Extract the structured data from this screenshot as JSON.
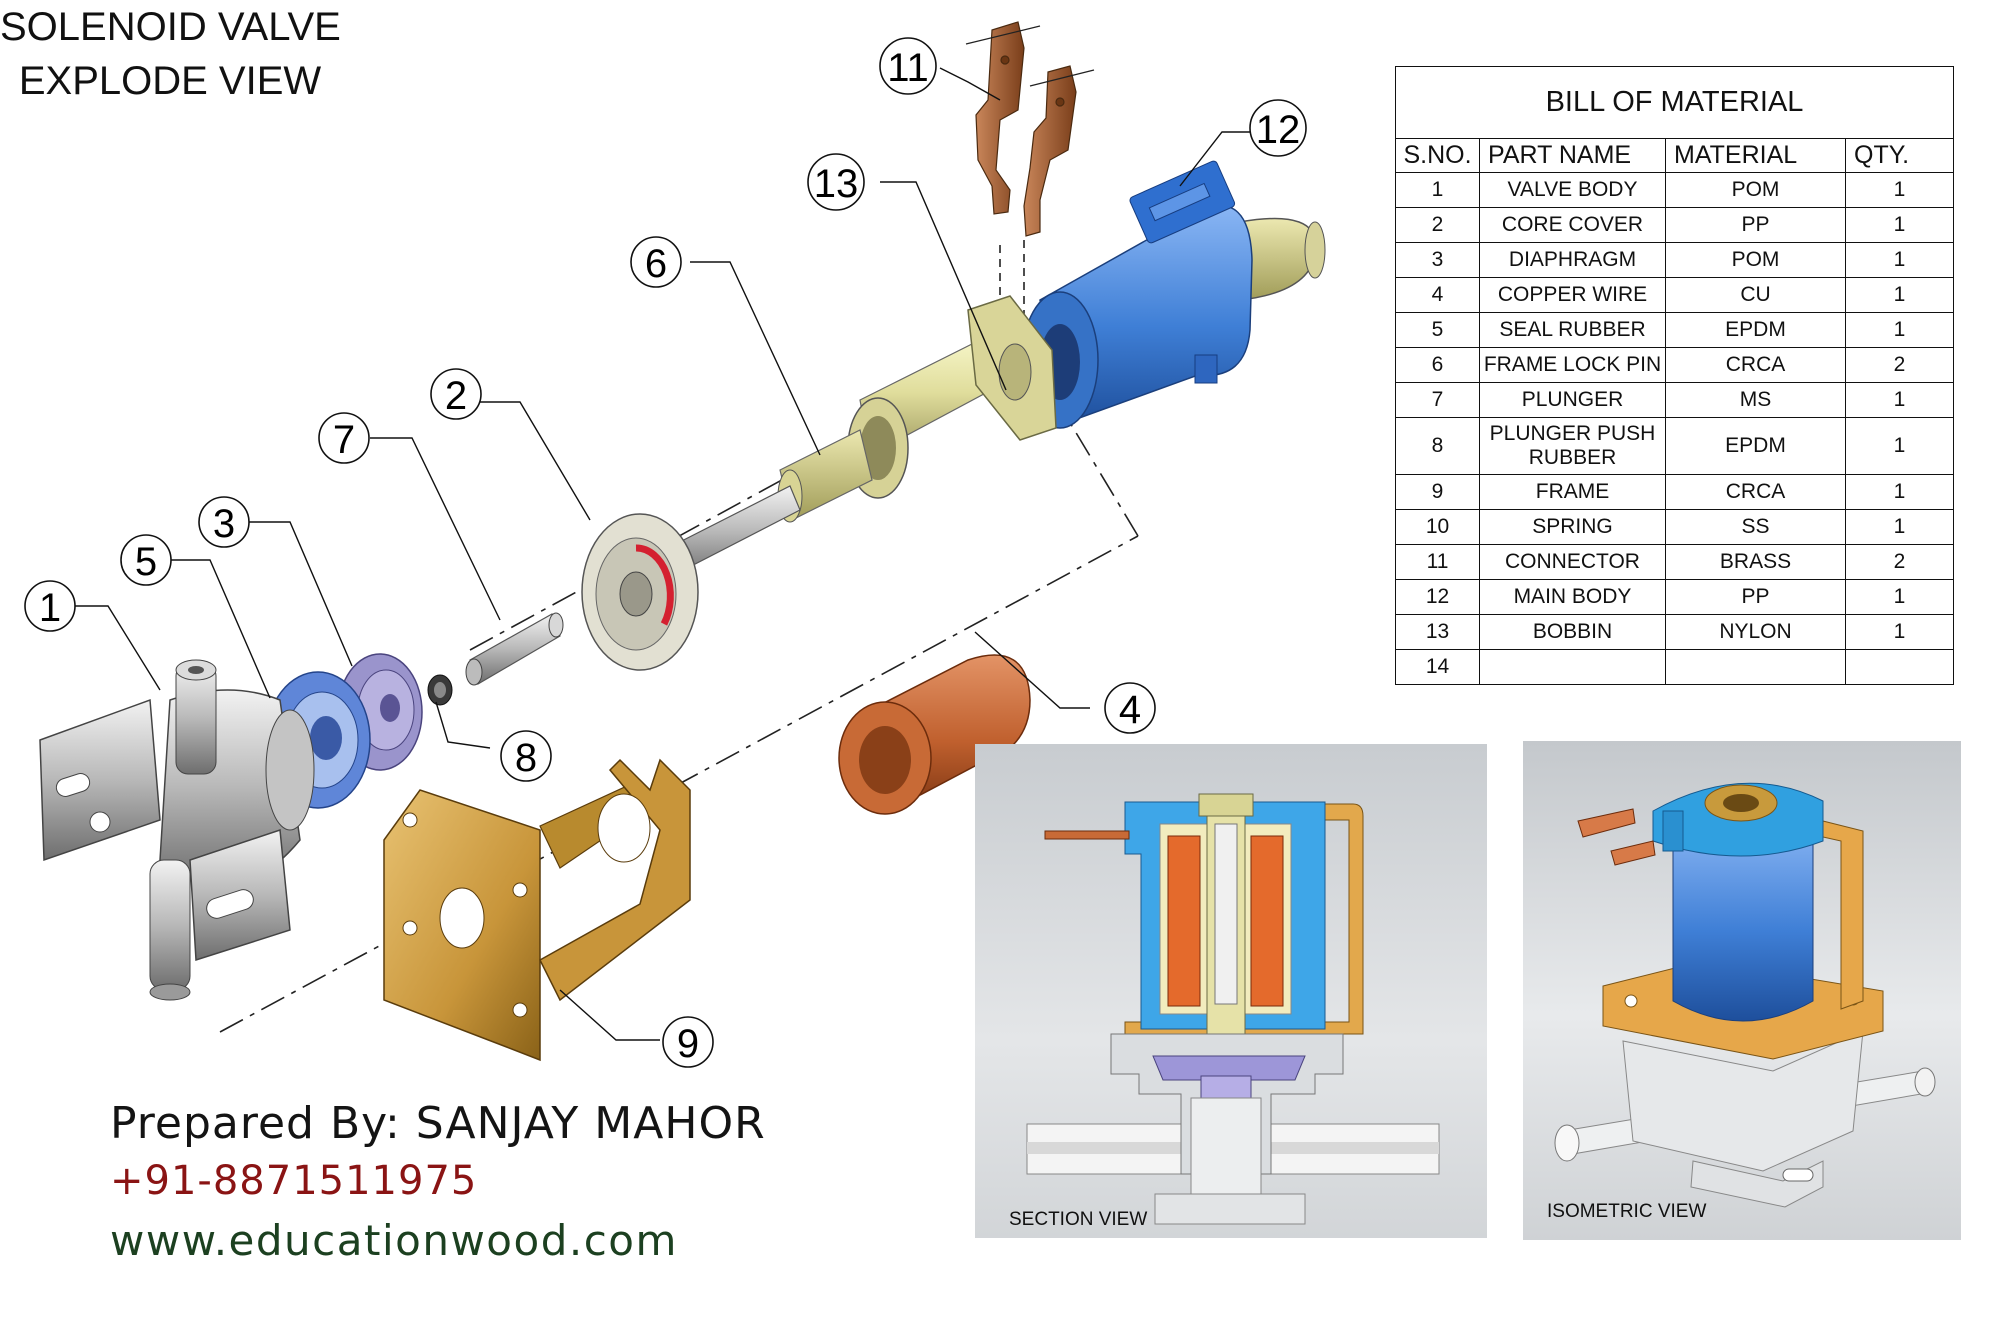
{
  "title": {
    "line1": "SOLENOID VALVE",
    "line2": "EXPLODE VIEW"
  },
  "balloons": [
    "1",
    "2",
    "3",
    "4",
    "5",
    "6",
    "7",
    "8",
    "9",
    "11",
    "12",
    "13"
  ],
  "bom": {
    "title": "BILL OF MATERIAL",
    "headers": [
      "S.NO.",
      "PART NAME",
      "MATERIAL",
      "QTY."
    ],
    "rows": [
      {
        "sno": "1",
        "name": "VALVE BODY",
        "material": "POM",
        "qty": "1"
      },
      {
        "sno": "2",
        "name": "CORE COVER",
        "material": "PP",
        "qty": "1"
      },
      {
        "sno": "3",
        "name": "DIAPHRAGM",
        "material": "POM",
        "qty": "1"
      },
      {
        "sno": "4",
        "name": "COPPER WIRE",
        "material": "CU",
        "qty": "1"
      },
      {
        "sno": "5",
        "name": "SEAL RUBBER",
        "material": "EPDM",
        "qty": "1"
      },
      {
        "sno": "6",
        "name": "FRAME LOCK PIN",
        "material": "CRCA",
        "qty": "2"
      },
      {
        "sno": "7",
        "name": "PLUNGER",
        "material": "MS",
        "qty": "1"
      },
      {
        "sno": "8",
        "name_line1": "PLUNGER PUSH",
        "name_line2": "RUBBER",
        "material": "EPDM",
        "qty": "1"
      },
      {
        "sno": "9",
        "name": "FRAME",
        "material": "CRCA",
        "qty": "1"
      },
      {
        "sno": "10",
        "name": "SPRING",
        "material": "SS",
        "qty": "1"
      },
      {
        "sno": "11",
        "name": "CONNECTOR",
        "material": "BRASS",
        "qty": "2"
      },
      {
        "sno": "12",
        "name": "MAIN BODY",
        "material": "PP",
        "qty": "1"
      },
      {
        "sno": "13",
        "name": "BOBBIN",
        "material": "NYLON",
        "qty": "1"
      },
      {
        "sno": "14",
        "name": "",
        "material": "",
        "qty": ""
      }
    ]
  },
  "section_view": {
    "caption": "SECTION VIEW"
  },
  "isometric_view": {
    "caption": "ISOMETRIC VIEW"
  },
  "credits": {
    "prepared_by": "Prepared By: SANJAY MAHOR",
    "phone": "+91-8871511975",
    "website": "www.educationwood.com"
  },
  "colors": {
    "coil_blue": "#4a86d8",
    "copper": "#c0602e",
    "frame_gold": "#c89a3c",
    "bobbin_cream": "#e4e2a8",
    "seal_blue": "#7d9ee6",
    "diaphragm_purple": "#8e87c4",
    "red_accent": "#d42030",
    "phone_red": "#8a1414",
    "web_green": "#1c4020"
  }
}
